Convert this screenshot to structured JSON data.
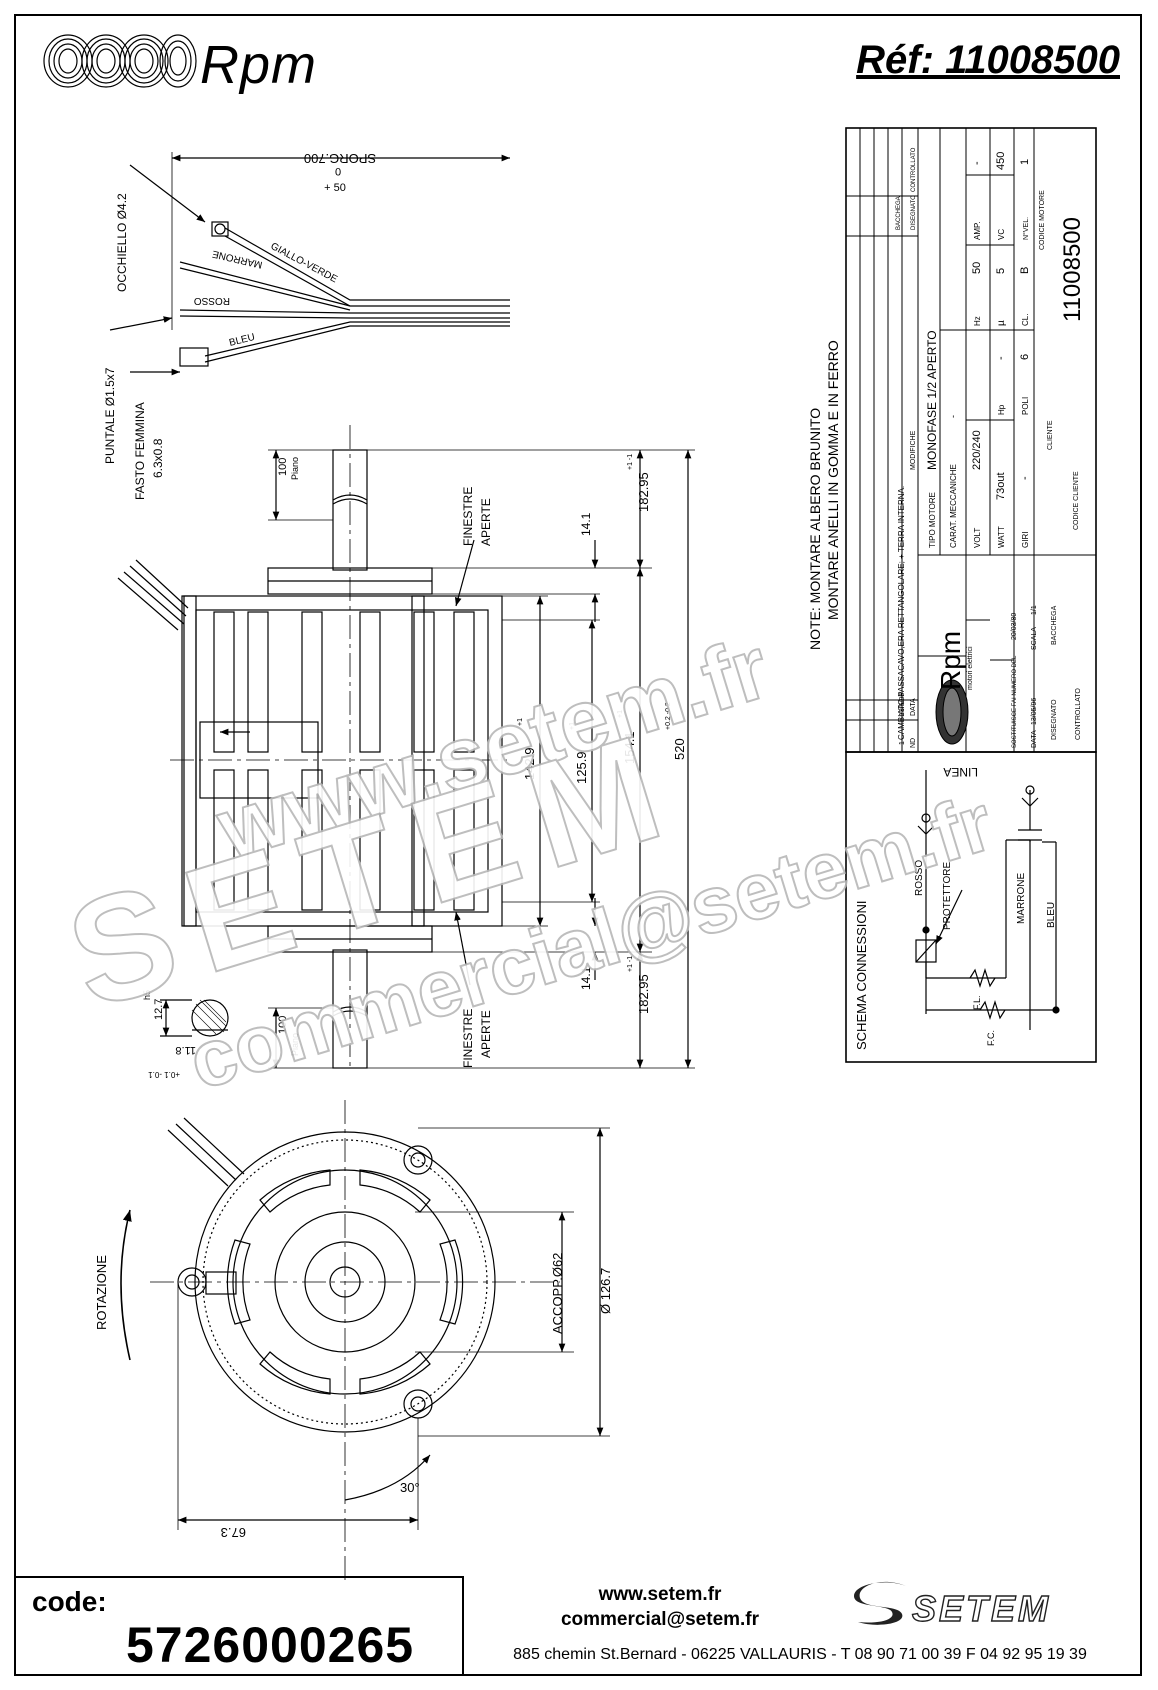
{
  "header": {
    "brand": "Rpm",
    "reference": "Réf:  11008500"
  },
  "drawing": {
    "cable": {
      "length_note": "SPORG.700",
      "tolerance_top": "0",
      "tolerance_bottom": "+ 50",
      "wire_labels": [
        "GIALLO-VERDE",
        "MARRONE",
        "ROSSO",
        "BLEU"
      ],
      "eyelet_label": "OCCHIELLO Ø4.2",
      "connector_label_1": "PUNTALE Ø1.5x7",
      "connector_label_2": "FASTO FEMMINA",
      "connector_label_3": "6.3x0.8"
    },
    "side_view": {
      "shaft_flat_top": "100",
      "shaft_flat_top_note": "Piano",
      "shaft_flat_bottom": "100",
      "shaft_flat_bottom_note": "Piano",
      "windows_label": "FINESTRE",
      "windows_label_2": "APERTE",
      "dim_shaft_top": "182.95",
      "dim_shaft_top_tol": "+1 -1",
      "dim_shaft_bottom": "182.95",
      "dim_shaft_bottom_tol": "+1 -1",
      "dim_step_top": "14.1",
      "dim_step_bottom": "14.1",
      "dim_body_1": "142.9",
      "dim_body_1_tol": "+1",
      "dim_body_2": "125.9",
      "dim_body_2_tol": "+1",
      "dim_body_3": "154.1",
      "dim_body_3_tol": "+1",
      "dim_total": "520",
      "dim_total_tol": "+0.2 -0.2",
      "shaft_section_dia": "12.7",
      "shaft_section_fit": "h5",
      "shaft_section_flat": "11.8",
      "shaft_section_tol": "+0.1 -0.1"
    },
    "front_view": {
      "rotation_label": "ROTAZIONE",
      "coupling_label": "ACCOPP.Ø62",
      "diameter_label": "Ø 126.7",
      "offset_label": "67.3",
      "angle_label": "30°"
    },
    "notes": {
      "note_1": "NOTE: MONTARE ALBERO BRUNITO",
      "note_2": "MONTARE ANELLI IN GOMMA E IN FERRO"
    },
    "title_block": {
      "revision_text": "CAMBIATO PASSACAVO,ERA RETTANGOLARE; + TERRA INTERNA.",
      "rev_date": "13/5/96",
      "rev_no": "1",
      "col_nd": "ND",
      "col_data": "DATA",
      "col_modifiche": "MODIFICHE",
      "col_bacchega": "BACCHEGA",
      "col_disegnato": "DISEGNATO",
      "col_controllato": "CONTROLLATO",
      "company": "Rpm",
      "company_sub": "motori elettrici",
      "tipo_motore_label": "TIPO MOTORE",
      "tipo_motore": "MONOFASE 1/2 APERTO",
      "carat_label": "CARAT. MECCANICHE",
      "carat_value": "-",
      "volt_label": "VOLT",
      "volt": "220/240",
      "hz_label": "Hz",
      "hz": "50",
      "amp_label": "AMP.",
      "amp": "-",
      "watt_label": "WATT",
      "watt": "73out",
      "hp_label": "Hp",
      "hp": "-",
      "mu_label": "µ",
      "mu": "5",
      "vc_label": "VC",
      "vc": "450",
      "giri_label": "GIRI",
      "giri": "-",
      "poli_label": "POLI",
      "poli": "6",
      "cl_label": "CL.",
      "cl": "B",
      "nvel_label": "N°VEL.",
      "nvel": "1",
      "sostituisce": "SOSTITUISCE FAI NUMERO DEL",
      "sostituisce_val": "20/03/80",
      "data_label": "DATA",
      "data_val": "13/05/96",
      "scala_label": "SCALA",
      "scala_val": "1/1",
      "disegnato_label": "DISEGNATO",
      "disegnato_val": "BACCHEGA",
      "controllato_label": "CONTROLLATO",
      "cliente_label": "CLIENTE",
      "codice_cliente_label": "CODICE CLIENTE",
      "codice_motore_label": "CODICE MOTORE",
      "codice_motore": "11008500"
    },
    "schema": {
      "title": "SCHEMA CONNESSIONI",
      "linea": "LINEA",
      "rosso": "ROSSO",
      "protettore": "PROTETTORE",
      "marrone": "MARRONE",
      "bleu": "BLEU",
      "fl": "F.L.",
      "fc": "F.C."
    }
  },
  "watermark": {
    "line_1": "www.setem.fr",
    "line_2": "SETEM",
    "line_3": "commercial@setem.fr"
  },
  "footer": {
    "code_label": "code:",
    "code_value": "5726000265",
    "website": "www.setem.fr",
    "email": "commercial@setem.fr",
    "logo_text": "SETEM",
    "address": "885 chemin St.Bernard  -  06225 VALLAURIS  -  T 08 90 71 00 39   F 04 92 95 19 39"
  }
}
